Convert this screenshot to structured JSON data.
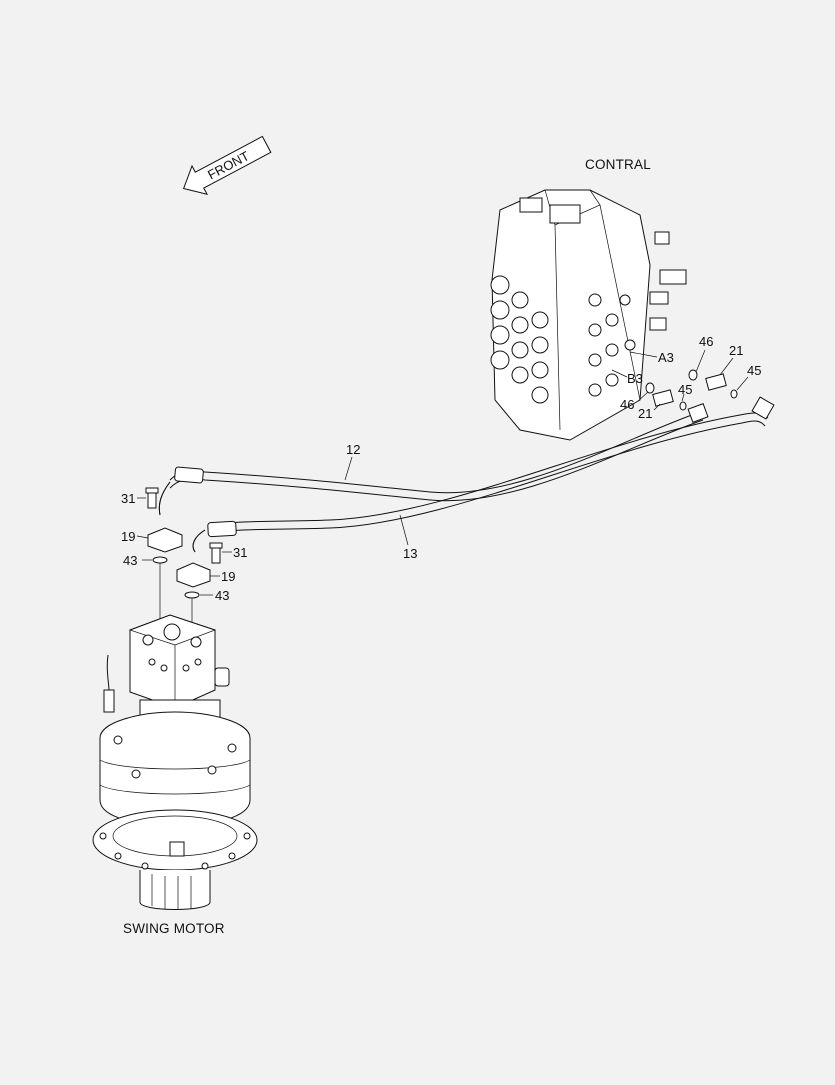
{
  "labels": {
    "front": "FRONT",
    "control_valve": "CONTRAL",
    "swing_motor": "SWING MOTOR",
    "port_a3": "A3",
    "port_b3": "B3"
  },
  "callouts": {
    "hose_12": "12",
    "hose_13": "13",
    "bolt_31_left": "31",
    "bolt_31_right": "31",
    "flange_19_left": "19",
    "flange_19_right": "19",
    "oring_43_left": "43",
    "oring_43_right": "43",
    "oring_46_top": "46",
    "oring_46_bottom": "46",
    "adapter_21_top": "21",
    "adapter_21_bottom": "21",
    "oring_45_top": "45",
    "oring_45_bottom": "45"
  },
  "icons": [
    "front-arrow-icon"
  ]
}
